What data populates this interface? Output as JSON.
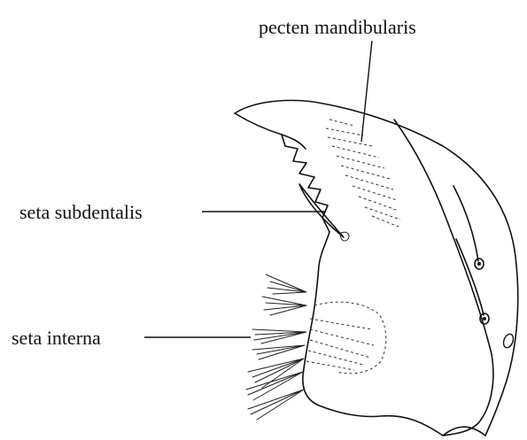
{
  "labels": {
    "pecten": "pecten mandibularis",
    "subdentalis": "seta subdentalis",
    "interna": "seta interna"
  },
  "colors": {
    "ink": "#111111",
    "background": "#ffffff"
  }
}
